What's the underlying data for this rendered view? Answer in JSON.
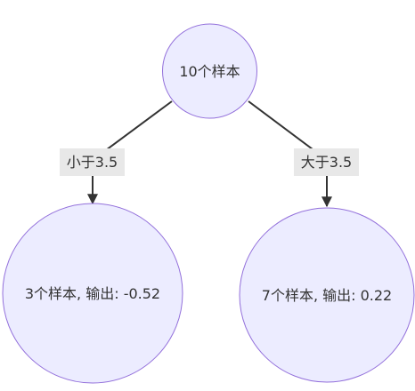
{
  "diagram": {
    "nodes": {
      "root": {
        "label": "10个样本"
      },
      "left": {
        "label": "3个样本, 输出: -0.52"
      },
      "right": {
        "label": "7个样本, 输出: 0.22"
      }
    },
    "edges": {
      "left": {
        "label": "小于3.5"
      },
      "right": {
        "label": "大于3.5"
      }
    },
    "colors": {
      "node_fill": "#ECECFF",
      "node_stroke": "#9370DB",
      "edge": "#333333",
      "edge_label_bg": "#e8e8e8",
      "text": "#333333"
    }
  }
}
